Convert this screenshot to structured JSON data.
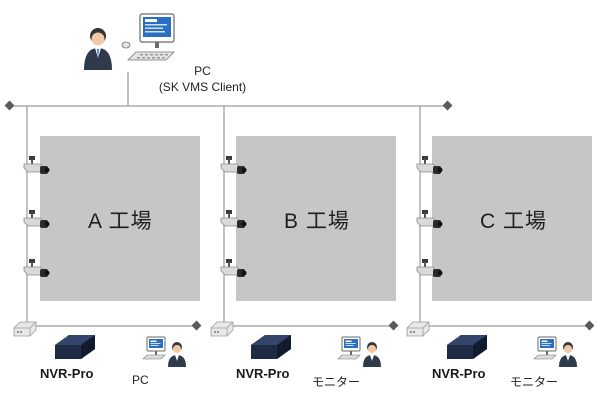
{
  "client": {
    "label_line1": "PC",
    "label_line2": "(SK VMS Client)"
  },
  "sites": [
    {
      "factory": "A 工場",
      "nvr_label": "NVR-Pro",
      "device_label": "PC",
      "device_icon": "pc-user-icon",
      "camera_count": 3
    },
    {
      "factory": "B 工場",
      "nvr_label": "NVR-Pro",
      "device_label": "モニター",
      "device_icon": "monitor-user-icon",
      "camera_count": 3
    },
    {
      "factory": "C 工場",
      "nvr_label": "NVR-Pro",
      "device_label": "モニター",
      "device_icon": "monitor-user-icon",
      "camera_count": 3
    }
  ],
  "colors": {
    "factory_fill": "#c6c6c6",
    "line": "#9a9a9a",
    "node": "#5a5a5a",
    "nvr_body": "#1f2a44",
    "user_dark": "#2f3a4a",
    "monitor_blue": "#2a6fc0"
  }
}
